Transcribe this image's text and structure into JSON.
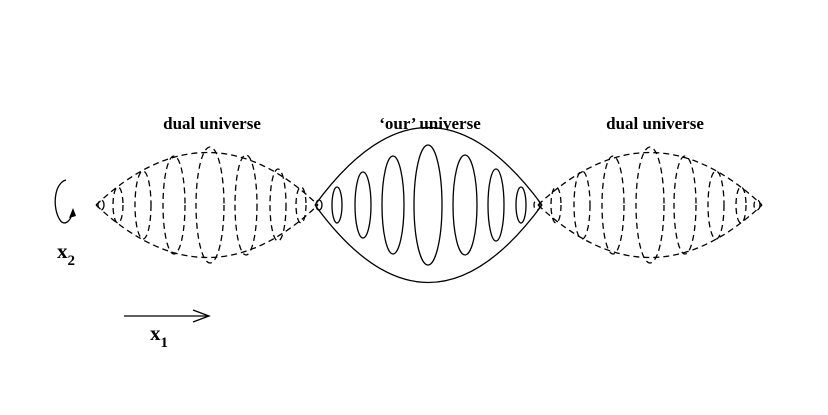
{
  "labels": {
    "left": "dual universe",
    "center": "‘our’ universe",
    "right": "dual universe",
    "x2_base": "x",
    "x2_sub": "2",
    "x1_base": "x",
    "x1_sub": "1"
  },
  "regions": [
    {
      "name": "dual-universe-left",
      "style": "dashed"
    },
    {
      "name": "our-universe",
      "style": "solid"
    },
    {
      "name": "dual-universe-right",
      "style": "dashed"
    }
  ]
}
